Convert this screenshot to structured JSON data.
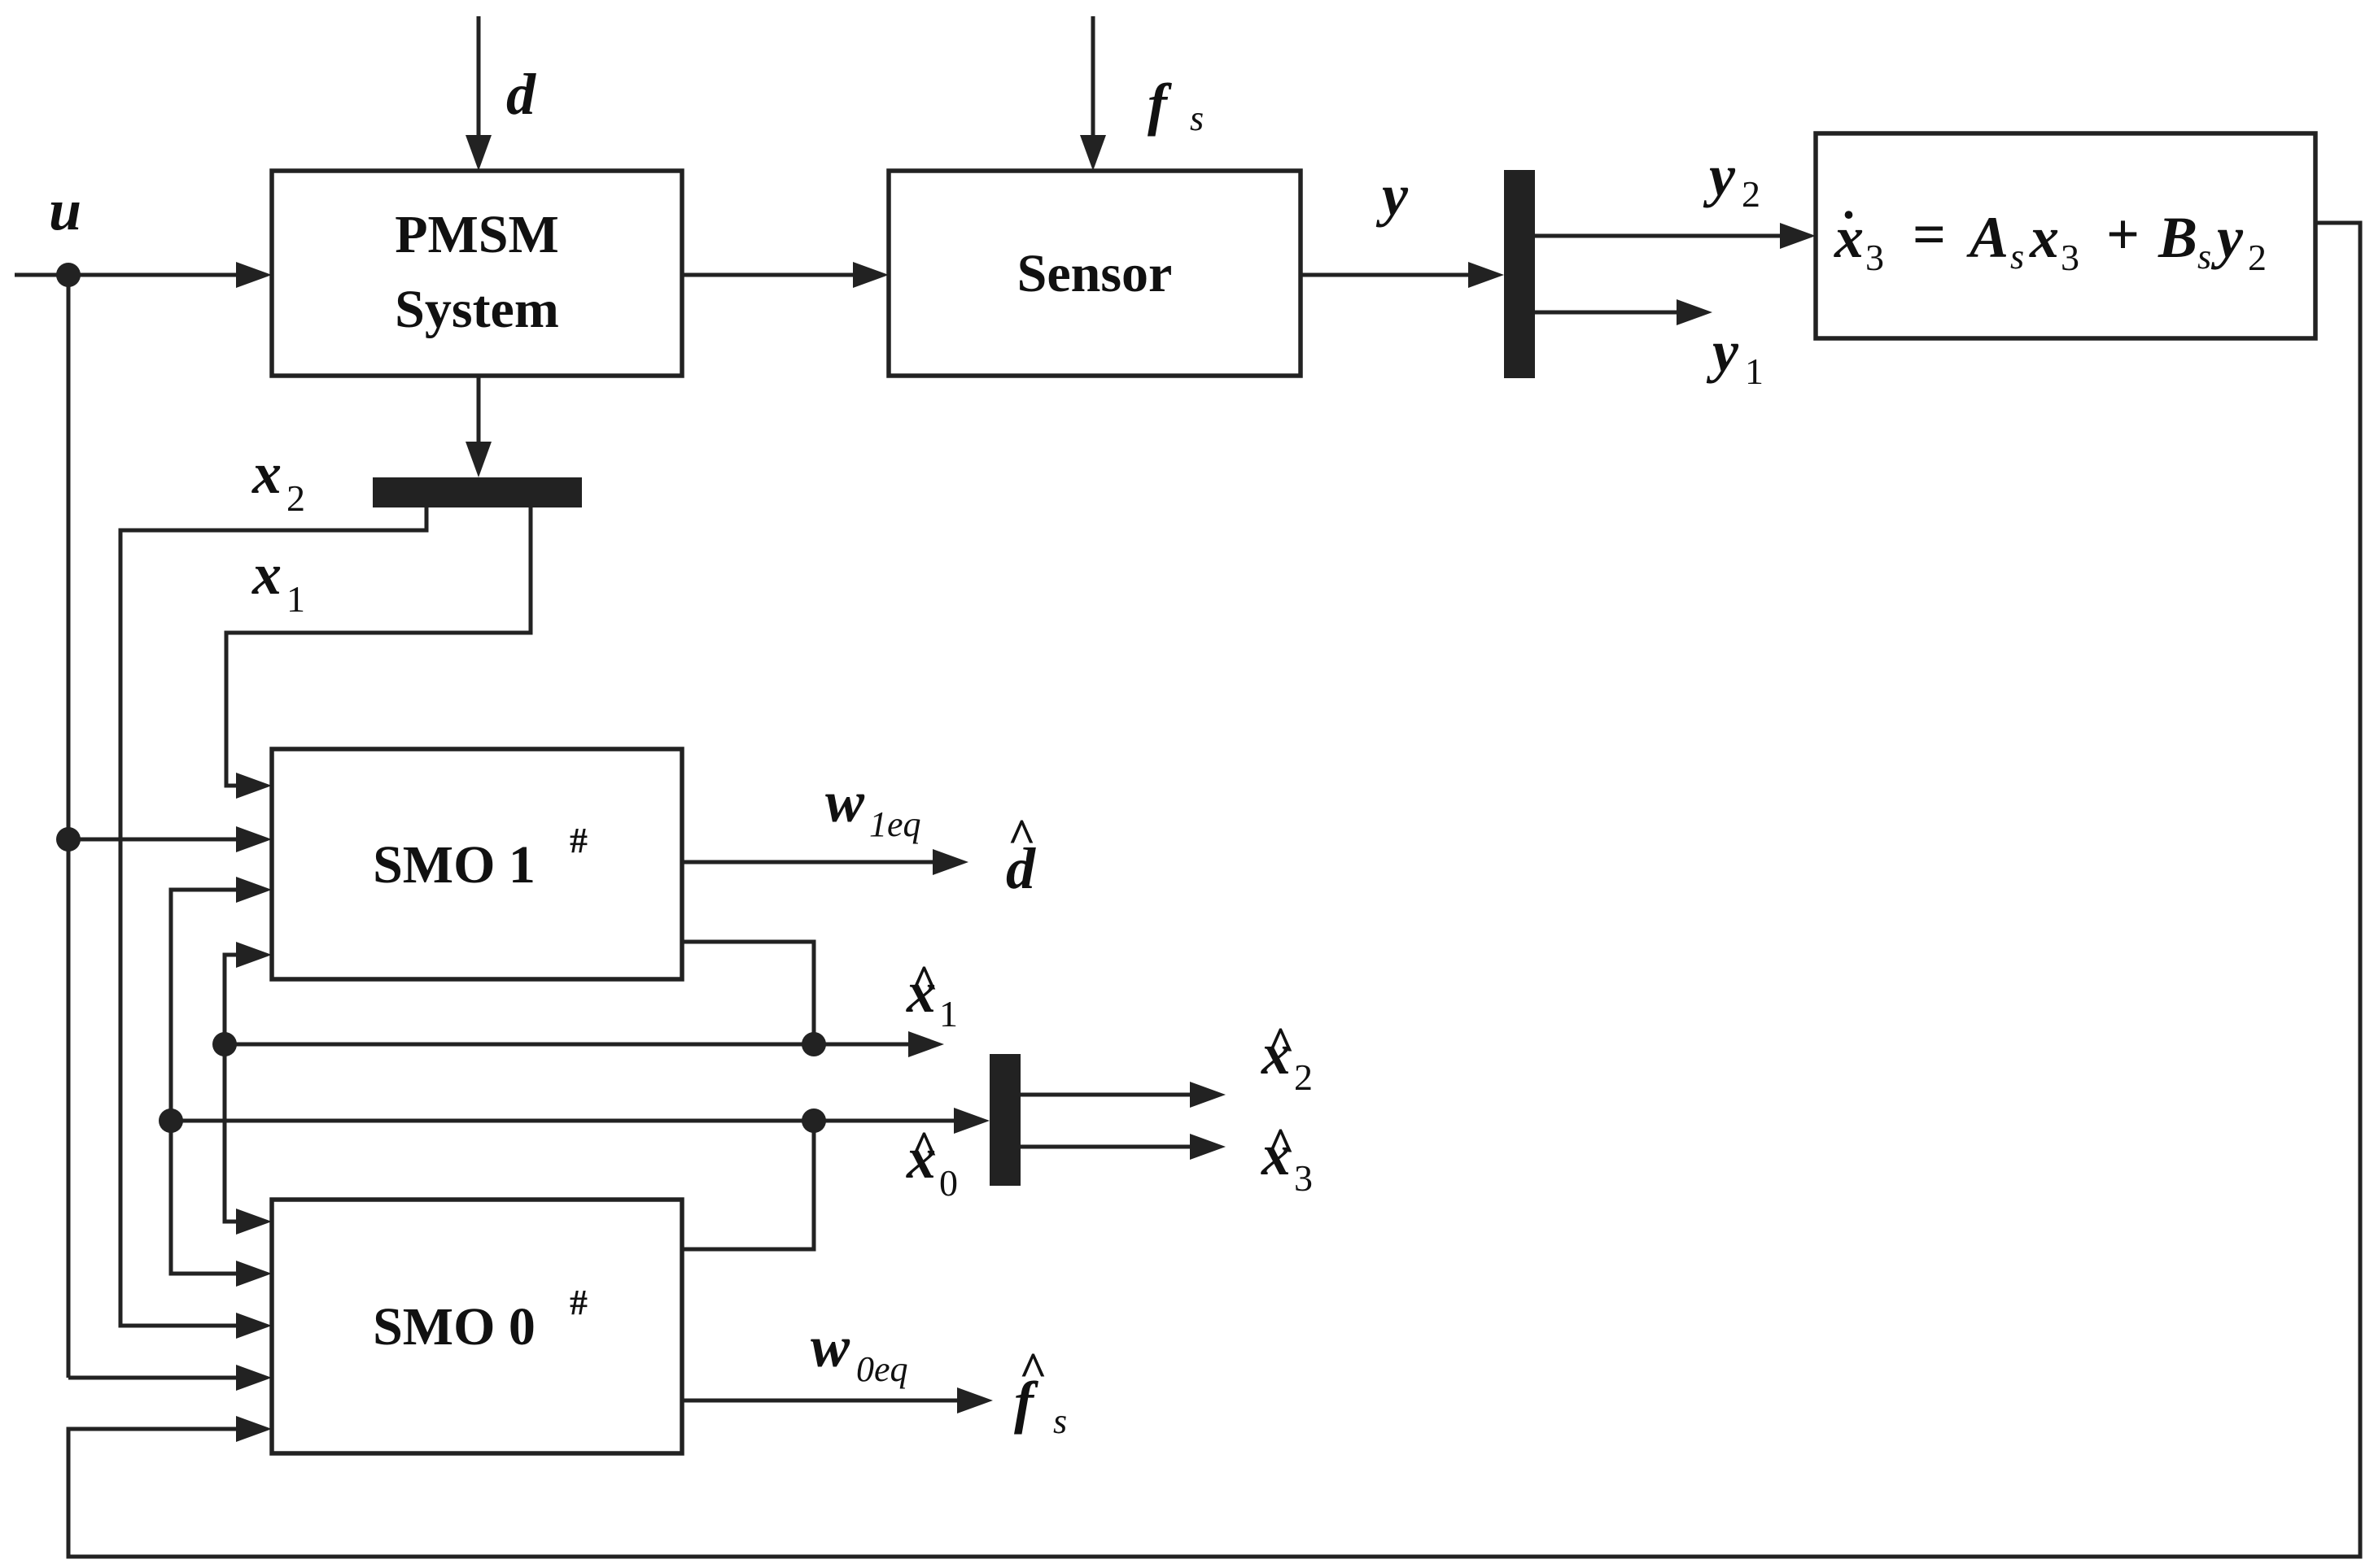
{
  "blocks": {
    "pmsm_line1": "PMSM",
    "pmsm_line2": "System",
    "sensor": "Sensor",
    "smo1": "SMO 1",
    "smo1_sup": "#",
    "smo0": "SMO 0",
    "smo0_sup": "#"
  },
  "equation": {
    "x": "x",
    "x_sub": "3",
    "eq": "=",
    "A": "A",
    "A_sub": "s",
    "x2": "x",
    "x2_sub": "3",
    "plus": "+",
    "B": "B",
    "B_sub": "s",
    "y": "y",
    "y_sub": "2"
  },
  "signals": {
    "u": "u",
    "d": "d",
    "f": "f",
    "f_sub": "s",
    "y": "y",
    "y2": "y",
    "y2_sub": "2",
    "y1": "y",
    "y1_sub": "1",
    "x2": "x",
    "x2_sub": "2",
    "x1": "x",
    "x1_sub": "1",
    "w1": "w",
    "w1_sub": "1eq",
    "w0": "w",
    "w0_sub": "0eq",
    "d_hat": "d",
    "f_hat": "f",
    "f_hat_sub": "s",
    "xh1": "x",
    "xh1_sub": "1",
    "xh0": "x",
    "xh0_sub": "0",
    "xh2": "x",
    "xh2_sub": "2",
    "xh3": "x",
    "xh3_sub": "3",
    "hat": "^",
    "dot": "."
  }
}
